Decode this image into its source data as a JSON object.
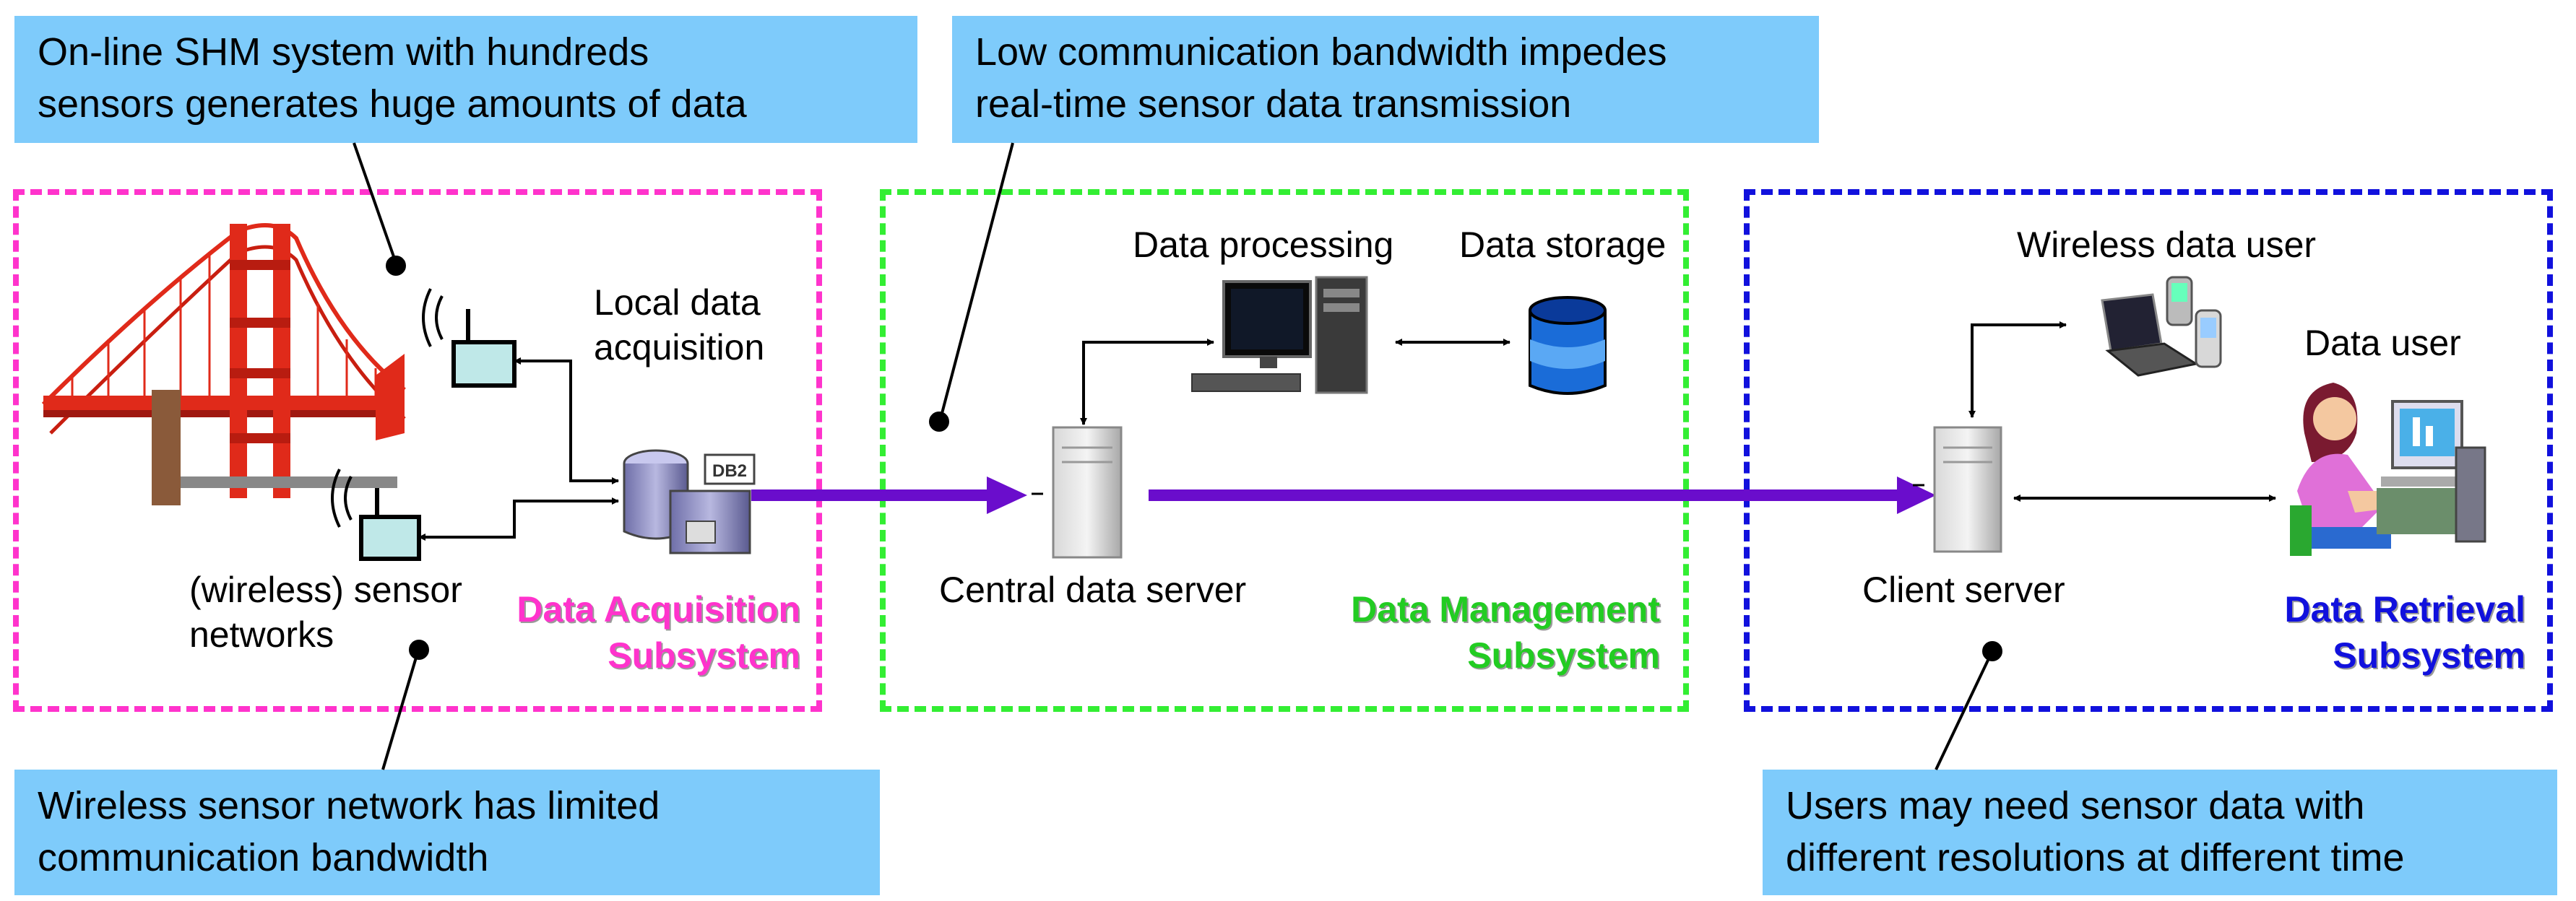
{
  "callouts": {
    "shm": "On-line SHM system with hundreds\nsensors generates huge amounts of data",
    "bandwidth": "Low communication bandwidth impedes\nreal-time sensor data transmission",
    "wireless": "Wireless sensor network has limited\ncommunication bandwidth",
    "resolution": "Users may need sensor data with\ndifferent resolutions at different time"
  },
  "subsystems": {
    "acquisition": {
      "title": "Data Acquisition\nSubsystem",
      "color": "#ff33cc"
    },
    "management": {
      "title": "Data Management\nSubsystem",
      "color": "#33ee33"
    },
    "retrieval": {
      "title": "Data Retrieval\nSubsystem",
      "color": "#1111dd"
    }
  },
  "labels": {
    "local_acq": "Local data\nacquisition",
    "sensor_networks": "(wireless) sensor\nnetworks",
    "data_processing": "Data processing",
    "data_storage": "Data storage",
    "central_server": "Central data server",
    "wireless_user": "Wireless data user",
    "data_user": "Data user",
    "client_server": "Client server",
    "db_badge": "DB2"
  },
  "colors": {
    "callout_bg": "#7ecbfb",
    "flow_arrow": "#6a0dcc",
    "bridge": "#e02a1a"
  },
  "icons": [
    "bridge-icon",
    "wireless-sensor-icon",
    "database-server-icon",
    "desktop-computer-icon",
    "data-storage-icon",
    "tower-server-icon",
    "laptop-phone-icon",
    "person-at-computer-icon"
  ]
}
